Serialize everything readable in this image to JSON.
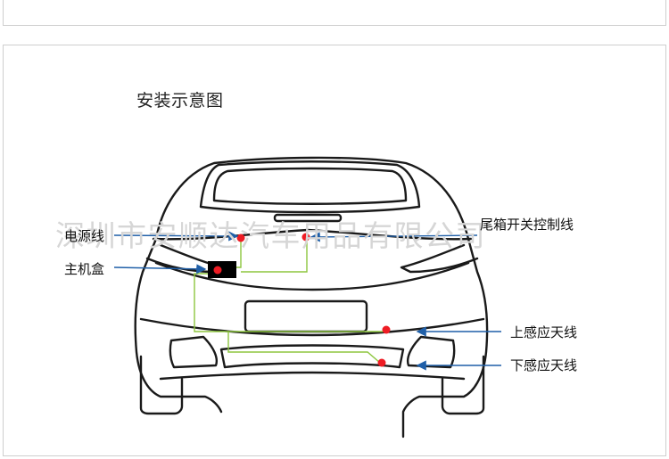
{
  "title": "安装示意图",
  "watermark": "深圳市安顺达汽车用品有限公司",
  "labels": {
    "power_wire": "电源线",
    "main_unit": "主机盒",
    "trunk_switch": "尾箱开关控制线",
    "upper_antenna": "上感应天线",
    "lower_antenna": "下感应天线"
  },
  "colors": {
    "outline": "#1a1a1a",
    "wire": "#8dc63f",
    "marker": "#ee1c24",
    "arrow": "#1f5fa8",
    "watermark": "#d6d6d6"
  }
}
